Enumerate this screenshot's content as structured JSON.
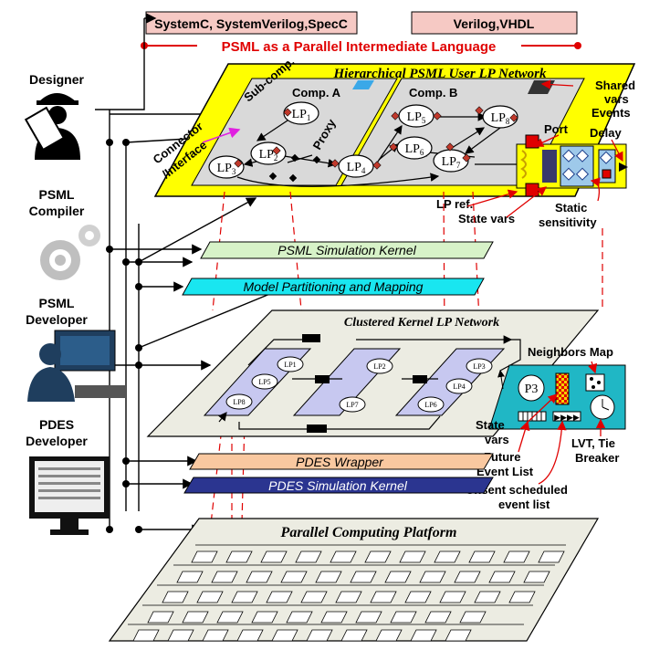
{
  "top_boxes": {
    "languages_left": "SystemC, SystemVerilog,SpecC",
    "languages_right": "Verilog,VHDL"
  },
  "psml_banner": "PSML as a Parallel Intermediate Language",
  "roles": {
    "designer": "Designer",
    "compiler_line1": "PSML",
    "compiler_line2": "Compiler",
    "developer_line1": "PSML",
    "developer_line2": "Developer",
    "pdes_line1": "PDES",
    "pdes_line2": "Developer"
  },
  "user_network": {
    "title": "Hierarchical PSML User LP Network",
    "subcomp": "Sub-comp.",
    "comp_a": "Comp. A",
    "comp_b": "Comp. B",
    "connector_line1": "Connector",
    "connector_line2": "/Interface",
    "proxy": "Proxy",
    "lp_prefix": "LP",
    "lp_subs": [
      "1",
      "2",
      "3",
      "4",
      "5",
      "6",
      "7",
      "8"
    ]
  },
  "lp_detail": {
    "shared_line1": "Shared",
    "shared_line2": "vars",
    "events": "Events",
    "port": "Port",
    "delay": "Delay",
    "lp_ref": "LP ref.",
    "state_vars": "State vars",
    "static_line1": "Static",
    "static_line2": "sensitivity"
  },
  "layers": {
    "kernel": "PSML Simulation Kernel",
    "partition": "Model Partitioning and Mapping",
    "pdes_wrapper": "PDES Wrapper",
    "pdes_kernel": "PDES Simulation Kernel"
  },
  "clustered": {
    "title": "Clustered Kernel LP Network",
    "cluster1": [
      "LP1",
      "LP5",
      "LP8"
    ],
    "cluster2": [
      "LP2",
      "LP7"
    ],
    "cluster3": [
      "LP3",
      "LP4",
      "LP6"
    ]
  },
  "kernel_detail": {
    "neighbors": "Neighbors Map",
    "p3": "P3",
    "state_line1": "State",
    "state_line2": "vars",
    "future_line1": "Future",
    "future_line2": "Event List",
    "lvt_line1": "LVT, Tie",
    "lvt_line2": "Breaker",
    "unsent_line1": "Unsent scheduled",
    "unsent_line2": "event list"
  },
  "platform": {
    "title": "Parallel Computing Platform"
  },
  "colors": {
    "yellow": "#ffff00",
    "pink_box": "#f6c9c4",
    "red": "#e00000",
    "kernel_green": "#d7f2c8",
    "partition_cyan": "#19e6f0",
    "wrapper_orange": "#f9c8a0",
    "pdes_navy": "#2b3590",
    "cluster_lav": "#c7c8f0",
    "detail_teal": "#20b7c5"
  }
}
